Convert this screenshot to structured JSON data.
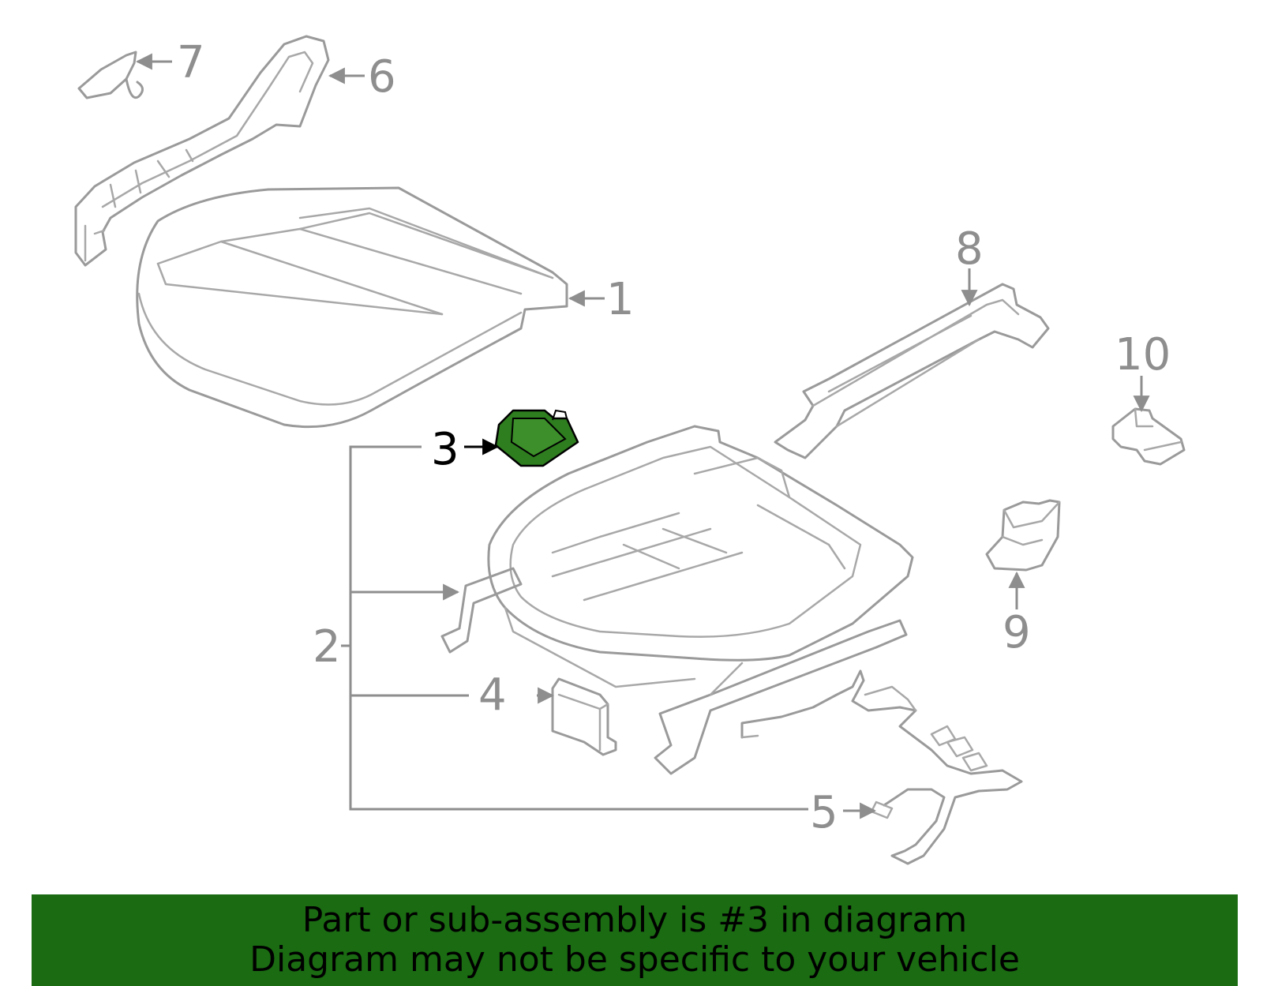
{
  "callouts": {
    "c1": "1",
    "c2": "2",
    "c3": "3",
    "c4": "4",
    "c5": "5",
    "c6": "6",
    "c7": "7",
    "c8": "8",
    "c9": "9",
    "c10": "10"
  },
  "highlighted_part": "3",
  "colors": {
    "highlight": "#2e7d1f",
    "banner_bg": "#1a6b12",
    "line": "#9a9a9a",
    "label": "#8e8e8e"
  },
  "banner": {
    "line1": "Part or sub-assembly is #3 in diagram",
    "line2": "Diagram may not be specific to your vehicle"
  }
}
